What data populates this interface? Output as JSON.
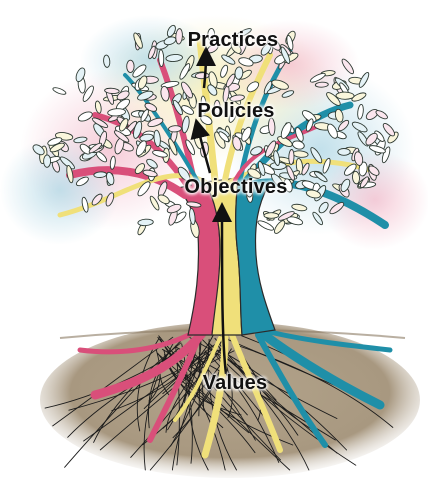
{
  "labels": {
    "practices": "Practices",
    "policies": "Policies",
    "objectives": "Objectives",
    "values": "Values"
  },
  "colors": {
    "pink": "#d94f7a",
    "yellow": "#f0e07a",
    "teal": "#1f8fa8",
    "soil": "#a89880",
    "leaf_outline": "#2e3a33"
  }
}
